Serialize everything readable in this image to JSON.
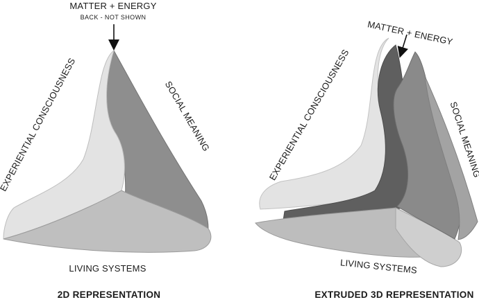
{
  "left_diagram": {
    "top_label": "MATTER + ENERGY",
    "top_sublabel": "BACK - NOT SHOWN",
    "left_label": "EXPERIENTIAL CONSCIOUSNESS",
    "right_label": "SOCIAL MEANING",
    "bottom_label": "LIVING SYSTEMS",
    "caption": "2D REPRESENTATION"
  },
  "right_diagram": {
    "top_label": "MATTER + ENERGY",
    "left_label": "EXPERIENTIAL CONSCIOUSNESS",
    "right_label": "SOCIAL MEANING",
    "bottom_label": "LIVING SYSTEMS",
    "caption": "EXTRUDED 3D REPRESENTATION"
  },
  "colors": {
    "light_face": "#e2e2e2",
    "mid_face": "#bdbdbd",
    "dark_face": "#8a8a8a",
    "darkest_face": "#5e5e5e",
    "outline": "#6b6b6b"
  }
}
